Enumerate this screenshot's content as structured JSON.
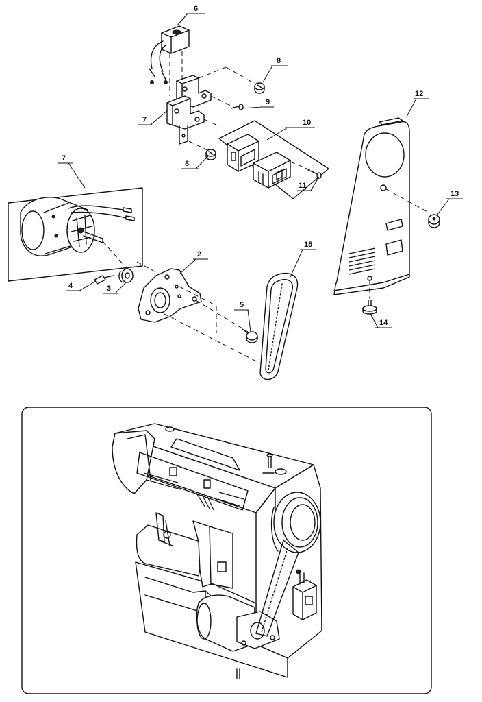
{
  "callouts": [
    {
      "id": "callout-6",
      "label": "6"
    },
    {
      "id": "callout-8-top",
      "label": "8"
    },
    {
      "id": "callout-9",
      "label": "9"
    },
    {
      "id": "callout-7-upper",
      "label": "7"
    },
    {
      "id": "callout-10",
      "label": "10"
    },
    {
      "id": "callout-8-lower",
      "label": "8"
    },
    {
      "id": "callout-11",
      "label": "11"
    },
    {
      "id": "callout-7-motor",
      "label": "7"
    },
    {
      "id": "callout-12",
      "label": "12"
    },
    {
      "id": "callout-13",
      "label": "13"
    },
    {
      "id": "callout-15",
      "label": "15"
    },
    {
      "id": "callout-2",
      "label": "2"
    },
    {
      "id": "callout-4",
      "label": "4"
    },
    {
      "id": "callout-3",
      "label": "3"
    },
    {
      "id": "callout-5",
      "label": "5"
    },
    {
      "id": "callout-14",
      "label": "14"
    }
  ]
}
